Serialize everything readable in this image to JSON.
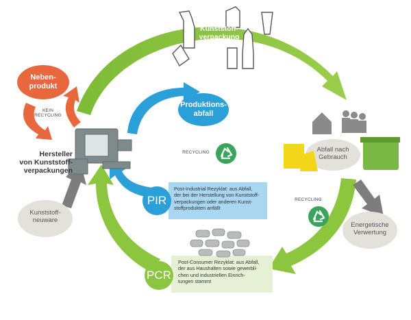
{
  "labels": {
    "plastic_packaging": "Kunststoff-\nverpackung",
    "by_product": "Neben-\nprodukt",
    "no_recycling": "KEIN\nRECYCLING",
    "manufacturer": "Hersteller\nvon Kunststoff-\nverpackungen",
    "production_waste": "Produktions-\nabfall",
    "recycling_1": "RECYCLING",
    "recycling_2": "RECYCLING",
    "waste_after_use": "Abfall nach\nGebrauch",
    "virgin_plastic": "Kunststoff-\nneuware",
    "energy_recovery": "Energetische\nVerwertung"
  },
  "pir": {
    "badge": "PIR",
    "text": "Post-Industrial Rezyklat: aus Abfall,\nder bei der Herstellung von Kunststoff-\nverpackungen oder anderen Kunst-\nstoffprodukten anfällt"
  },
  "pcr": {
    "badge": "PCR",
    "text": "Post-Consumer Rezyklat: aus Abfall,\nder aus Haushalten sowie gewerbli-\nchen und industriellen Einrich-\ntungen stammt"
  },
  "colors": {
    "green": "#8cc63f",
    "blue": "#2b9fd8",
    "orange": "#e8673d",
    "grey_arrow": "#7d7d7d",
    "grey_bubble": "#e4e1da",
    "note_box": "#a9d6f0",
    "pcr_box": "#e6f0d4"
  },
  "icons": {
    "packaging": "bottles-and-cup-icon",
    "manufacturer": "extrusion-machine-icon",
    "recycling": "recycling-symbol-icon",
    "households": "houses-and-people-icon",
    "bins": "waste-bins-icon",
    "pellets": "plastic-pellets-icon"
  }
}
